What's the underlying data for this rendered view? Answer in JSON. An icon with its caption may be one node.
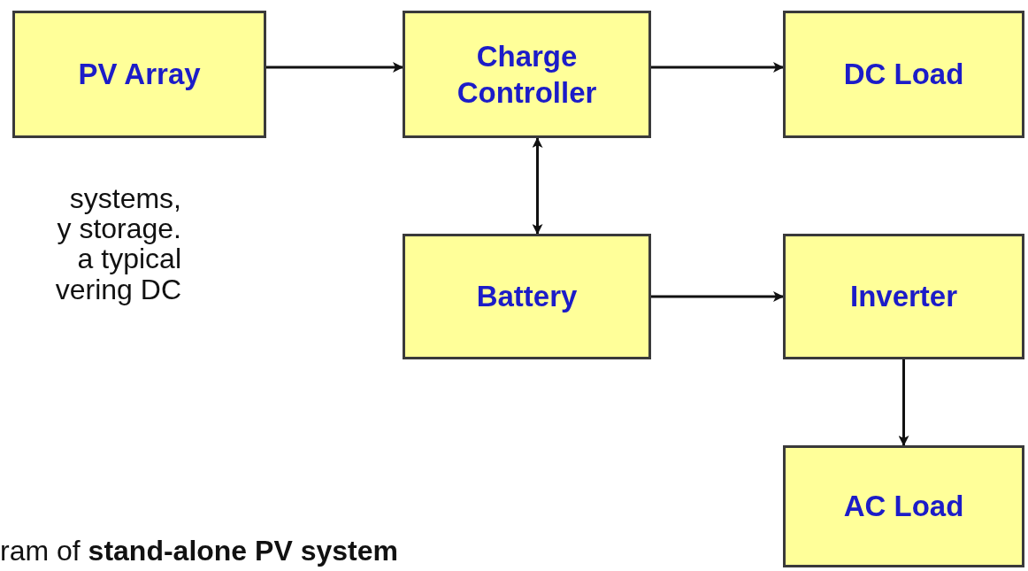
{
  "diagram": {
    "nodes": [
      {
        "text": [
          "PV Array"
        ]
      },
      {
        "text": [
          "Charge Controller"
        ]
      },
      {
        "text": [
          "DC Load"
        ]
      },
      {
        "text": [
          "Battery"
        ]
      },
      {
        "text": [
          "Inverter"
        ]
      },
      {
        "text": [
          "AC Load"
        ]
      }
    ],
    "edges": [
      {
        "from": 0,
        "to": 1,
        "arrow": "to"
      },
      {
        "from": 1,
        "to": 2,
        "arrow": "to"
      },
      {
        "from": 1,
        "to": 3,
        "arrow": "both"
      },
      {
        "from": 3,
        "to": 4,
        "arrow": "to"
      },
      {
        "from": 4,
        "to": 5,
        "arrow": "to"
      }
    ],
    "labels": [
      "systems,",
      "y storage.",
      "a typical",
      "vering DC",
      "ram of **stand-alone PV system**"
    ]
  }
}
